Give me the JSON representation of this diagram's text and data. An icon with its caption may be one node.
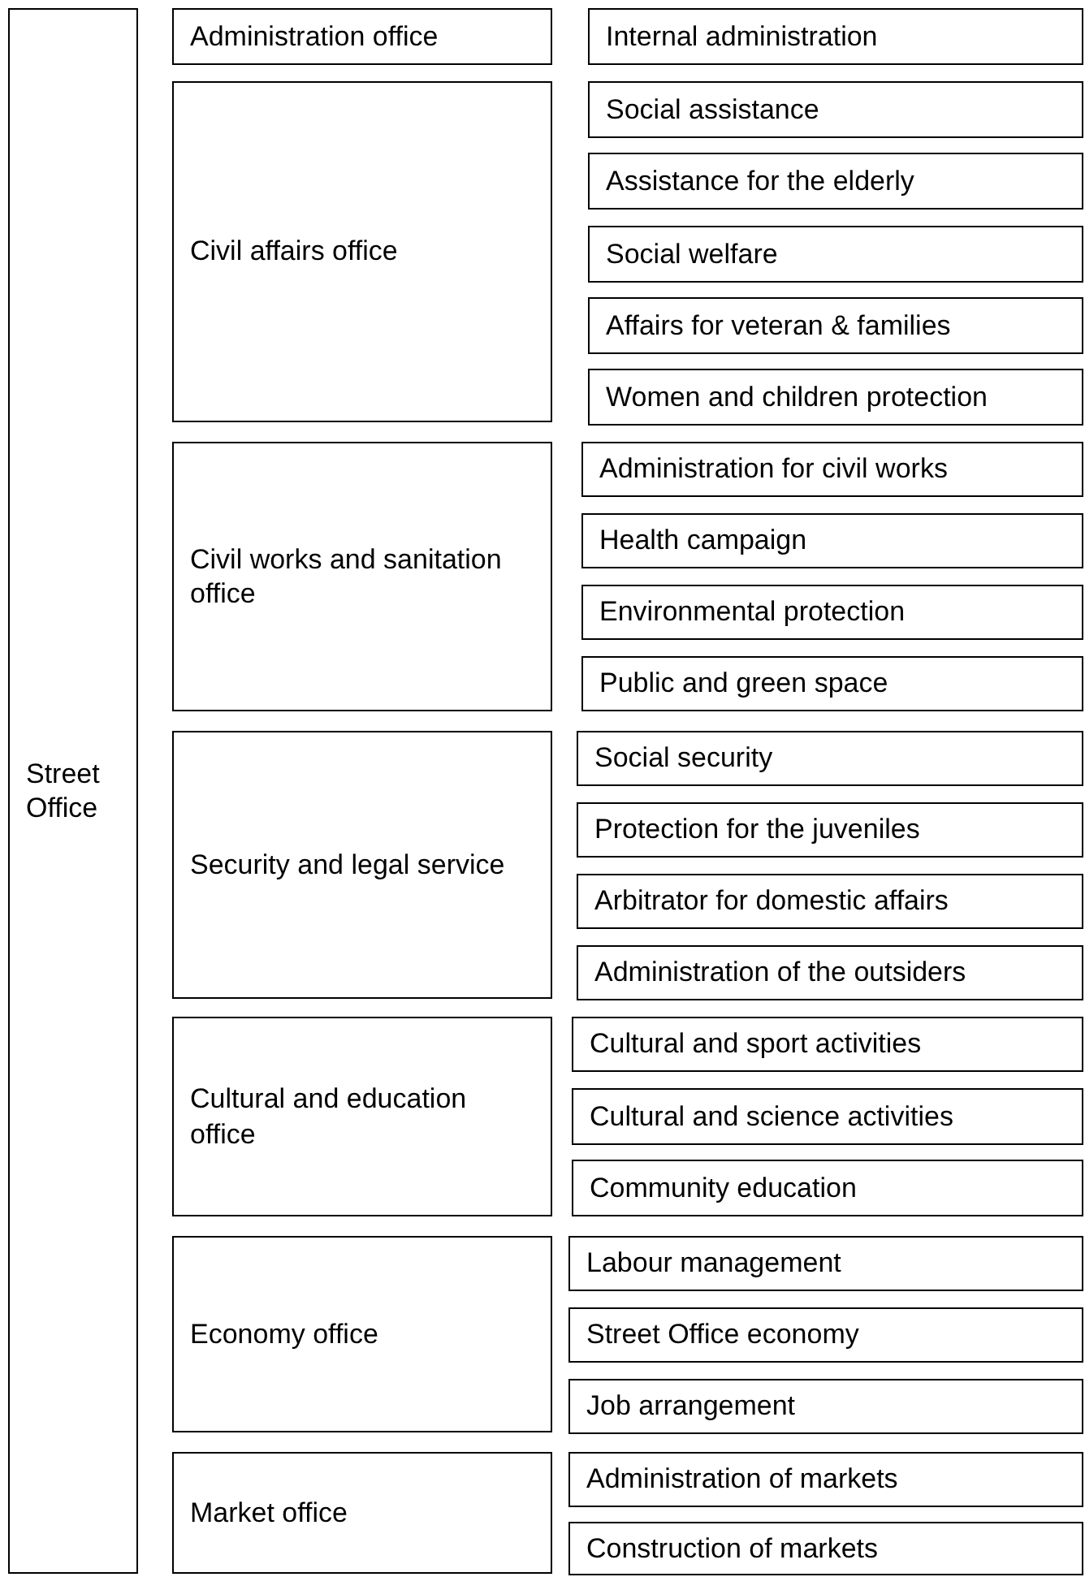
{
  "diagram": {
    "nodes": [
      {
        "text": [
          "Street Office"
        ]
      },
      {
        "text": [
          "Administration office"
        ]
      },
      {
        "text": [
          "Internal administration"
        ]
      },
      {
        "text": [
          "Civil affairs office"
        ]
      },
      {
        "text": [
          "Social assistance"
        ]
      },
      {
        "text": [
          "Assistance for the elderly"
        ]
      },
      {
        "text": [
          "Social welfare"
        ]
      },
      {
        "text": [
          "Affairs for veteran & families"
        ]
      },
      {
        "text": [
          "Women and children protection"
        ]
      },
      {
        "text": [
          "Civil works and sanitation office"
        ]
      },
      {
        "text": [
          "Administration for civil works"
        ]
      },
      {
        "text": [
          "Health campaign"
        ]
      },
      {
        "text": [
          "Environmental protection"
        ]
      },
      {
        "text": [
          "Public and green space"
        ]
      },
      {
        "text": [
          "Security and legal service"
        ]
      },
      {
        "text": [
          "Social security"
        ]
      },
      {
        "text": [
          "Protection for the juveniles"
        ]
      },
      {
        "text": [
          "Arbitrator for domestic affairs"
        ]
      },
      {
        "text": [
          "Administration of the outsiders"
        ]
      },
      {
        "text": [
          "Cultural and education office"
        ]
      },
      {
        "text": [
          "Cultural and sport activities"
        ]
      },
      {
        "text": [
          "Cultural and science activities"
        ]
      },
      {
        "text": [
          "Community education"
        ]
      },
      {
        "text": [
          "Economy office"
        ]
      },
      {
        "text": [
          "Labour management"
        ]
      },
      {
        "text": [
          "Street Office economy"
        ]
      },
      {
        "text": [
          "Job arrangement"
        ]
      },
      {
        "text": [
          "Market office"
        ]
      },
      {
        "text": [
          "Administration of markets"
        ]
      },
      {
        "text": [
          "Construction of markets"
        ]
      }
    ]
  }
}
